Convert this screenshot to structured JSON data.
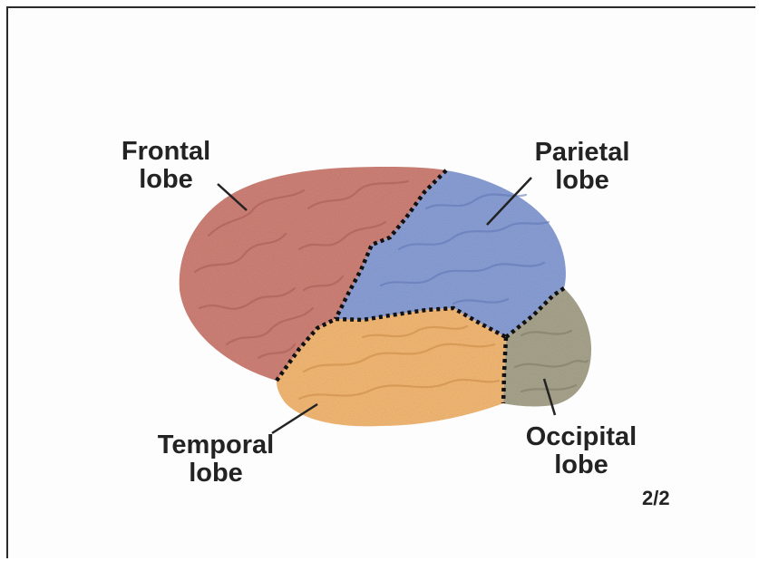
{
  "labels": {
    "frontal": {
      "line1": "Frontal",
      "line2": "lobe"
    },
    "parietal": {
      "line1": "Parietal",
      "line2": "lobe"
    },
    "temporal": {
      "line1": "Temporal",
      "line2": "lobe"
    },
    "occipital": {
      "line1": "Occipital",
      "line2": "lobe"
    }
  },
  "page_indicator": "2/2",
  "colors": {
    "frontal": "#cf8177",
    "parietal": "#8a9fd6",
    "temporal": "#f3b874",
    "occipital": "#a8a48d",
    "boundary": "#111111",
    "text": "#232323"
  }
}
